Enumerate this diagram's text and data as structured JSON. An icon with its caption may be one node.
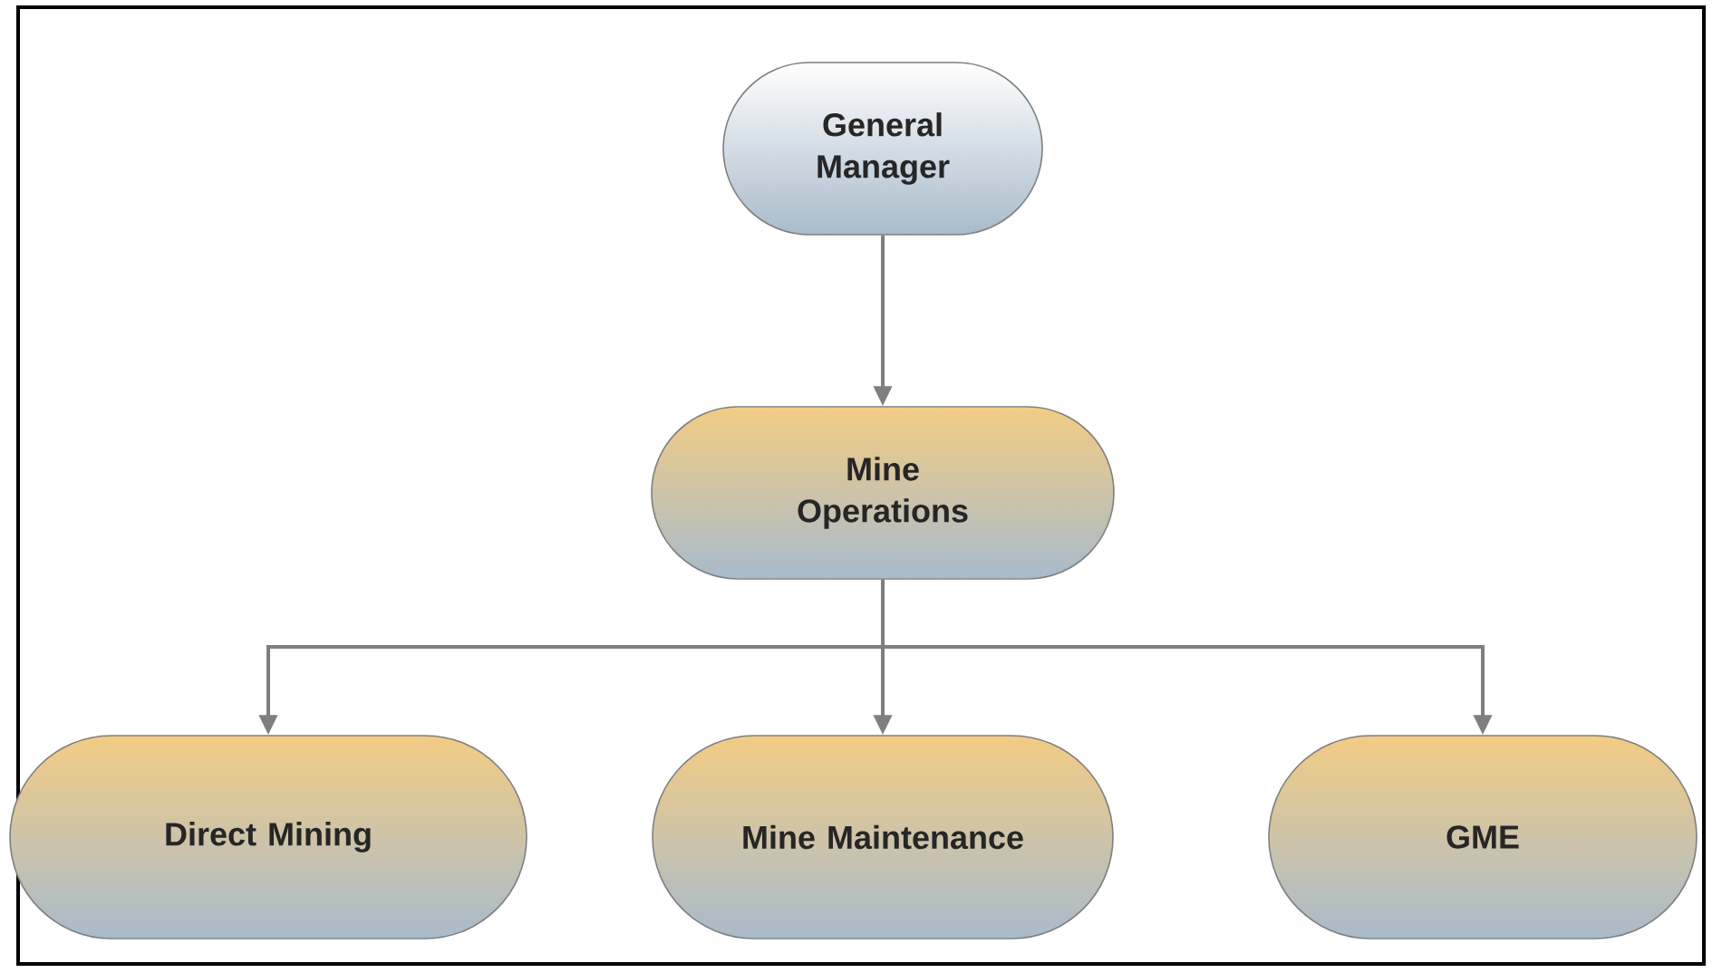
{
  "diagram": {
    "nodes": [
      {
        "text": [
          "General Manager"
        ]
      },
      {
        "text": [
          "Mine Operations"
        ]
      },
      {
        "text": [
          "Direct Mining"
        ]
      },
      {
        "text": [
          "Mine Maintenance"
        ]
      },
      {
        "text": [
          "GME"
        ]
      }
    ],
    "edges": [
      {
        "from": 0,
        "to": 1,
        "arrow": "to"
      },
      {
        "from": 1,
        "to": 2,
        "arrow": "to"
      },
      {
        "from": 1,
        "to": 3,
        "arrow": "to"
      },
      {
        "from": 1,
        "to": 4,
        "arrow": "to"
      }
    ]
  }
}
